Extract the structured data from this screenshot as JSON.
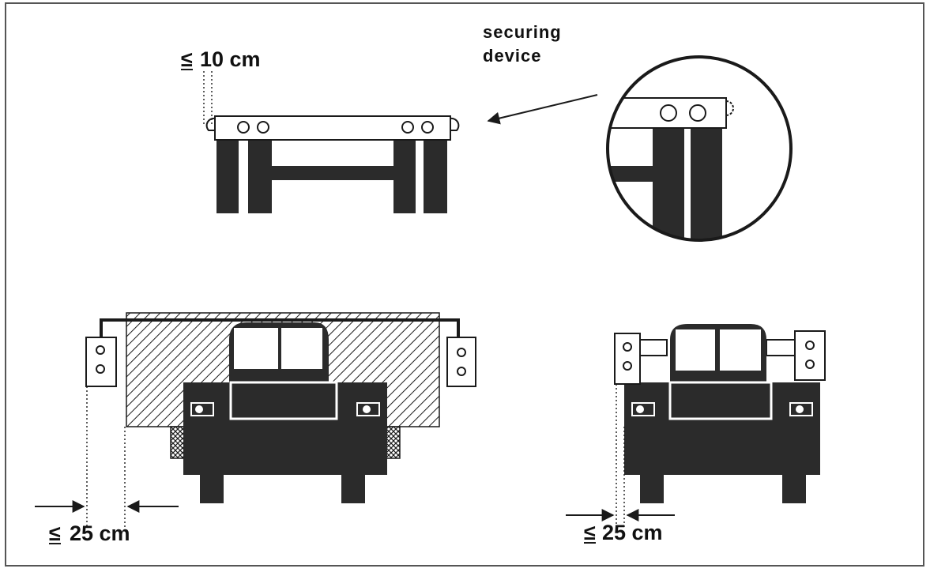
{
  "labels": {
    "top_dimension": "10 cm",
    "securing_line1": "securing",
    "securing_line2": "device",
    "bottom_left_dimension": "25 cm",
    "bottom_right_dimension": "25 cm",
    "le_symbol": "≤"
  },
  "colors": {
    "ink": "#1a1a1a",
    "dark_fill": "#2b2b2b",
    "paper": "#ffffff"
  }
}
